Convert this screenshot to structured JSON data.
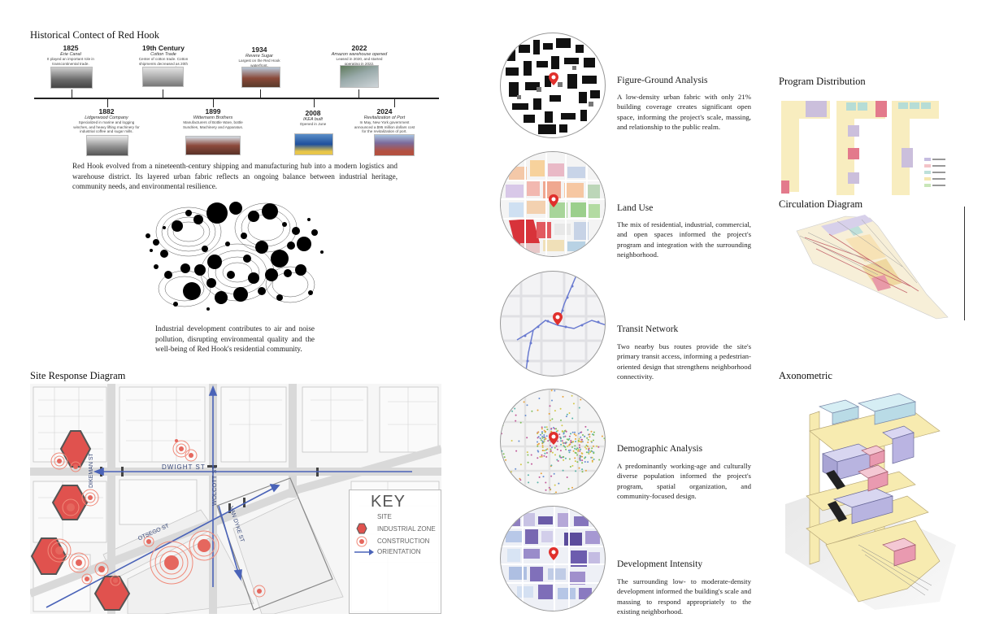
{
  "history": {
    "title": "Historical Contect of Red Hook",
    "events_top": [
      {
        "year": "1825",
        "sub": "Erie Canal",
        "desc": "It played an important role in transcontinental trade."
      },
      {
        "year": "19th Century",
        "sub": "Cotton Trade",
        "desc": "Center of cotton trade. Cotton shipments decreased as 20th Century proceed."
      },
      {
        "year": "1934",
        "sub": "Revere Sugar",
        "desc": "Largest on the Red Hook waterfront."
      },
      {
        "year": "2022",
        "sub": "Amazon warehouse opened",
        "desc": "Leased in 2020, and started operating in 2022."
      }
    ],
    "events_bottom": [
      {
        "year": "1882",
        "sub": "Lidgerwood Company",
        "desc": "Specialized in marine and logging winches, and heavy lifting machinery for industrial coffee and sugar mills."
      },
      {
        "year": "1899",
        "sub": "Wittemann Brothers",
        "desc": "Manufacturers of Bottle Ware, bottle Sundries, Machinery and Apparatus."
      },
      {
        "year": "2008",
        "sub": "IKEA built",
        "desc": "Opened in June"
      },
      {
        "year": "2024",
        "sub": "Revitalization of Port",
        "desc": "In May, New York government announced a $95 million dollars cost for the revitalization of port."
      }
    ],
    "paragraph": "Red Hook evolved from a nineteenth-century shipping and manufacturing hub into a modern logistics and warehouse district. Its layered urban fabric reflects an ongoing balance between industrial heritage, community needs, and environmental resilience."
  },
  "pollution": {
    "paragraph": "Industrial development contributes to air and noise pollution, disrupting environmental quality and the well-being of Red Hook's residential community."
  },
  "site_response": {
    "title": "Site Response Diagram",
    "streets": [
      "DWIGHT ST",
      "DIKEMAN ST",
      "WOLCOTT ST",
      "OTSEGO ST",
      "VAN DYKE ST"
    ],
    "key": {
      "title": "KEY",
      "items": [
        "SITE",
        "INDUSTRIAL ZONE",
        "CONSTRUCTION",
        "ORIENTATION"
      ]
    },
    "colors": {
      "industrial": "#e0524e",
      "construction": "#f28a7a",
      "orientation": "#4a63b8"
    }
  },
  "analyses": [
    {
      "title": "Figure-Ground Analysis",
      "text": "A low-density urban fabric with only 21% building coverage creates significant open space, informing the project's scale, massing, and relationship to the public realm."
    },
    {
      "title": "Land Use",
      "text": "The mix of residential, industrial, commercial, and open spaces informed the project's program and integration with the surrounding neighborhood."
    },
    {
      "title": "Transit Network",
      "text": "Two nearby bus routes provide the site's primary transit access, informing a pedestrian-oriented design that strengthens neighborhood connectivity."
    },
    {
      "title": "Demographic Analysis",
      "text": "A predominantly working-age and culturally diverse population informed the project's program, spatial organization, and community-focused design."
    },
    {
      "title": "Development Intensity",
      "text": "The surrounding low- to moderate-density development informed the building's scale and massing to respond appropriately to the existing neighborhood."
    }
  ],
  "program": {
    "title": "Program Distribution"
  },
  "circulation": {
    "title": "Circulation Diagram"
  },
  "axonometric": {
    "title": "Axonometric"
  }
}
